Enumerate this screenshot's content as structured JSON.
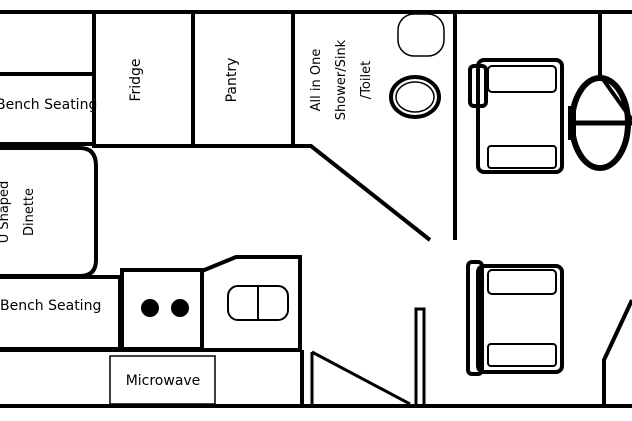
{
  "floorplan": {
    "labels": {
      "bench_top": "Bench Seating",
      "fridge": "Fridge",
      "pantry": "Pantry",
      "bathroom_line1": "All in One",
      "bathroom_line2": "Shower/Sink",
      "bathroom_line3": "/Toilet",
      "dinette_line1": "U Shaped",
      "dinette_line2": "Dinette",
      "bench_bottom": "Bench Seating",
      "microwave": "Microwave"
    }
  }
}
